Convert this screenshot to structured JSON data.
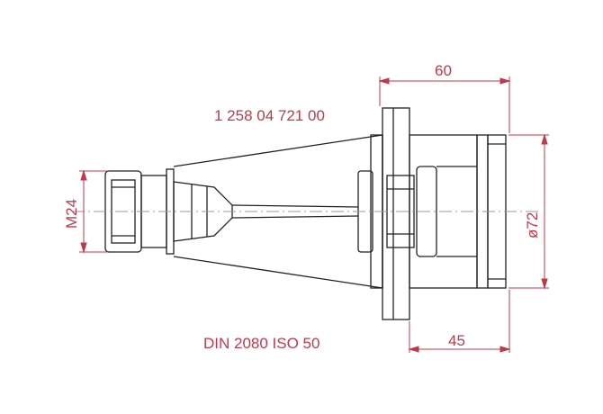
{
  "drawing": {
    "part_number": "1 258 04 721 00",
    "standard": "DIN 2080 ISO 50",
    "dimensions": {
      "length_top": "60",
      "length_bottom": "45",
      "diameter": "ø72",
      "thread": "M24"
    },
    "colors": {
      "outline": "#222222",
      "dimension": "#c0394b",
      "centerline": "#999999",
      "background": "#ffffff"
    }
  }
}
